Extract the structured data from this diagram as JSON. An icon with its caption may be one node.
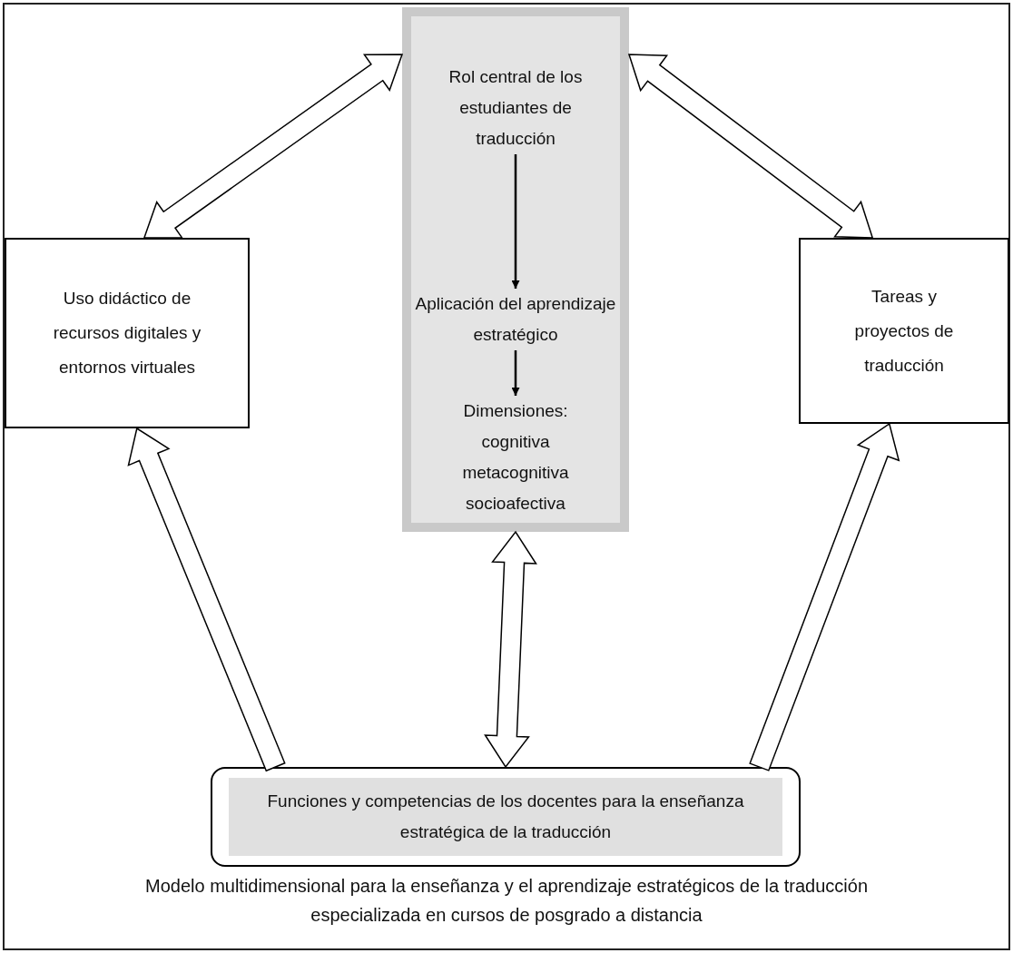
{
  "diagram": {
    "caption": "Modelo multidimensional para la enseñanza y el aprendizaje estratégicos de la traducción especializada en cursos de posgrado a distancia",
    "nodes": [
      {
        "text": [],
        "shape": "box"
      },
      {
        "text": [
          "Rol central de los estudiantes de traducción"
        ],
        "in": 0
      },
      {
        "text": [
          "Aplicación del aprendizaje estratégico"
        ],
        "in": 0
      },
      {
        "text": [
          "Dimensiones: cognitiva metacognitiva socioafectiva"
        ],
        "in": 0
      },
      {
        "text": [
          "Uso didáctico de recursos digitales y entornos virtuales"
        ]
      },
      {
        "text": [
          "Tareas y proyectos de traducción"
        ]
      },
      {
        "text": [],
        "shape": "box"
      },
      {
        "text": [
          "Funciones y competencias de los docentes para la enseñanza estratégica de la traducción"
        ],
        "in": 6
      }
    ],
    "edges": [
      {
        "from": 1,
        "to": 2,
        "arrow": "to"
      },
      {
        "from": 2,
        "to": 3,
        "arrow": "to"
      },
      {
        "from": 4,
        "to": 0,
        "arrow": "both",
        "style": "thick"
      },
      {
        "from": 0,
        "to": 5,
        "arrow": "both",
        "style": "thick"
      },
      {
        "from": 0,
        "to": 6,
        "arrow": "both",
        "style": "thick"
      },
      {
        "from": 6,
        "to": 4,
        "arrow": "to",
        "style": "thick"
      },
      {
        "from": 6,
        "to": 5,
        "arrow": "to",
        "style": "thick"
      }
    ]
  }
}
